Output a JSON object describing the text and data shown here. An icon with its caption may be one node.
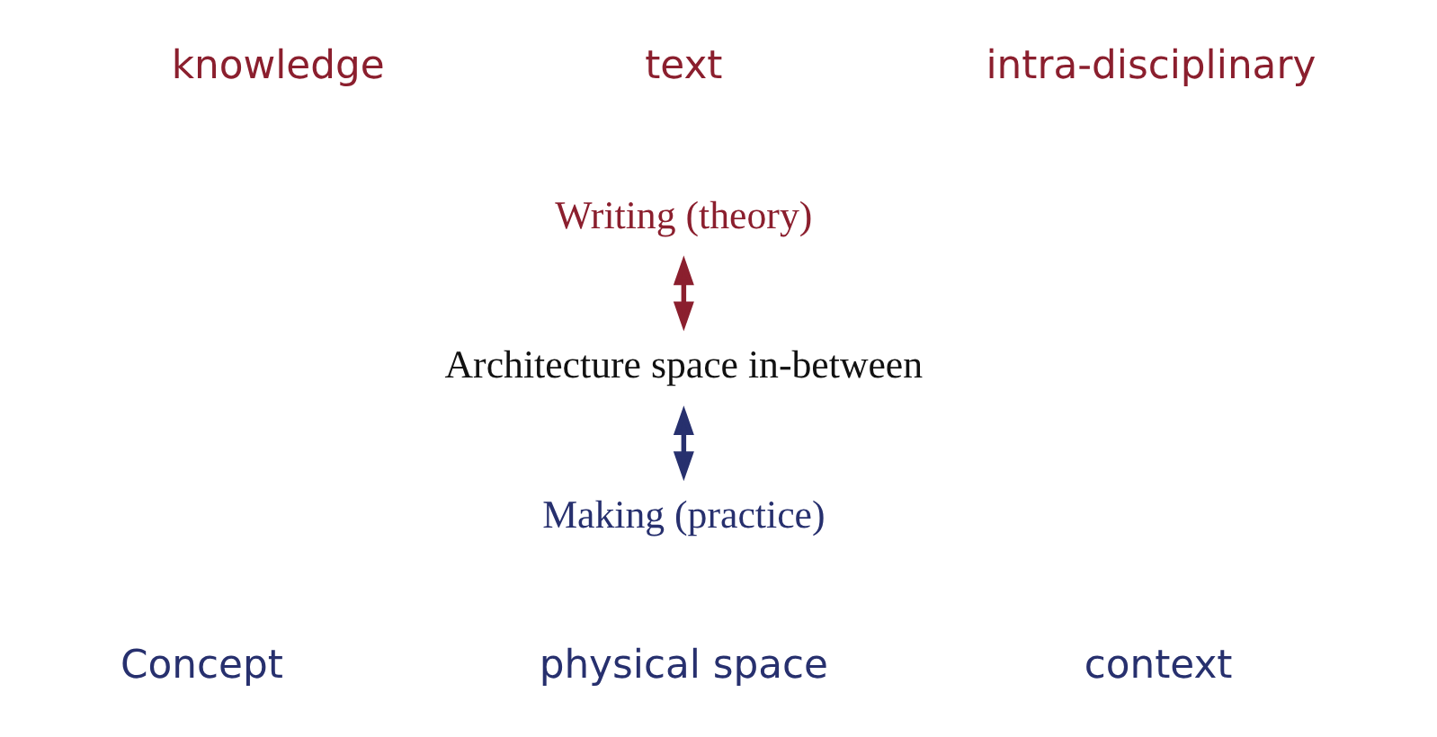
{
  "diagram": {
    "nodes": [
      {
        "text": [
          "Writing (theory)"
        ]
      },
      {
        "text": [
          "Architecture space in-between"
        ]
      },
      {
        "text": [
          "Making (practice)"
        ]
      }
    ],
    "edges": [
      {
        "from": 0,
        "to": 1,
        "arrow": "both",
        "color": "#8b1f2e"
      },
      {
        "from": 1,
        "to": 2,
        "arrow": "both",
        "color": "#27306e"
      }
    ],
    "labels": [
      "knowledge",
      "text",
      "intra-disciplinary",
      "Concept",
      "physical space",
      "context"
    ]
  }
}
